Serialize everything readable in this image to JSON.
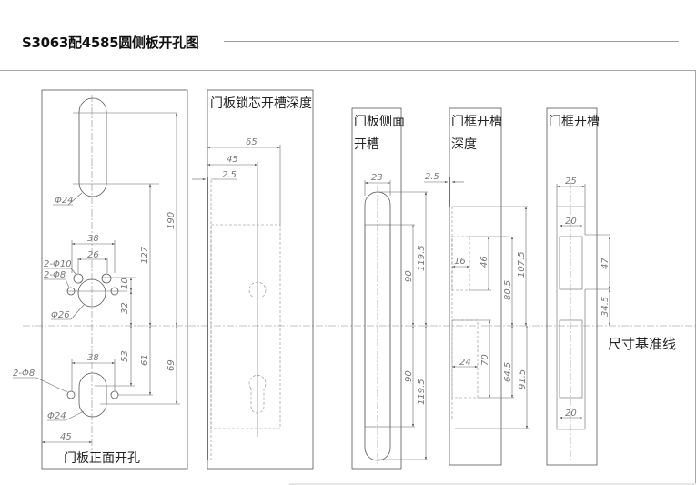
{
  "title": "S3063配4585圆侧板开孔图",
  "views": {
    "front": {
      "caption": "门板正面开孔",
      "dims": {
        "d_top_slot": "Φ24",
        "w38_top": "38",
        "w26": "26",
        "holes10": "2-Φ10",
        "holes8_top": "2-Φ8",
        "d26": "Φ26",
        "v10": "10",
        "v32": "32",
        "v127": "127",
        "v190": "190",
        "v53": "53",
        "v61": "61",
        "v69": "69",
        "w38_bottom": "38",
        "holes8_bottom": "2-Φ8",
        "d_bottom": "Φ24",
        "w45": "45"
      }
    },
    "lock_depth": {
      "caption": "门板锁芯开槽深度",
      "dims": {
        "d65": "65",
        "d45": "45",
        "d25": "2.5"
      }
    },
    "side": {
      "caption_line1": "门板侧面",
      "caption_line2": "开槽",
      "dims": {
        "w23": "23",
        "v90_top": "90",
        "v1195_top": "119.5",
        "v90_bottom": "90",
        "v1195_bottom": "119.5"
      }
    },
    "frame_depth": {
      "caption_line1": "门框开槽",
      "caption_line2": "深度",
      "dims": {
        "d25": "2.5",
        "d16": "16",
        "v46": "46",
        "v805": "80.5",
        "v1075": "107.5",
        "d24": "24",
        "v70": "70",
        "v645": "64.5",
        "v915": "91.5"
      }
    },
    "frame_slot": {
      "caption": "门框开槽",
      "dims": {
        "w25": "25",
        "w20_top": "20",
        "v47": "47",
        "v345": "34.5",
        "w20_bottom": "20"
      }
    }
  },
  "datum_label": "尺寸基准线"
}
